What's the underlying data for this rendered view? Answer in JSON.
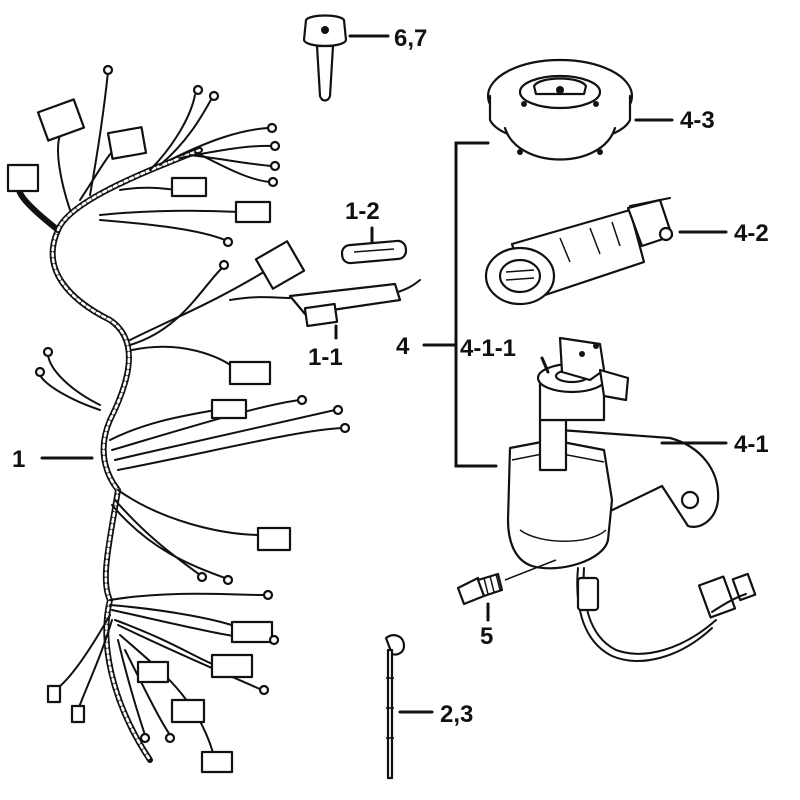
{
  "callouts": {
    "harness": "1",
    "fuse_holder": "1-1",
    "fuse": "1-2",
    "band": "2,3",
    "switch_group": "4",
    "ignition_switch": "4-1",
    "cylinder": "4-1-1",
    "seat_lock": "4-2",
    "fuel_cap": "4-3",
    "screw": "5",
    "key": "6,7"
  }
}
